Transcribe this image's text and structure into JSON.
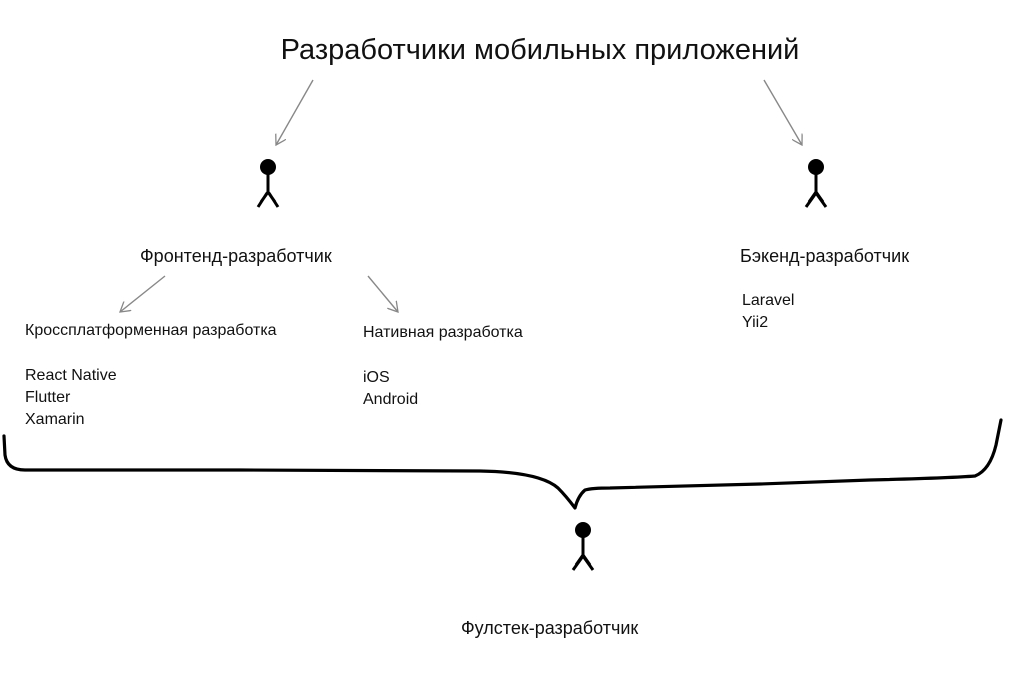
{
  "title": "Разработчики мобильных приложений",
  "frontend": {
    "label": "Фронтенд-разработчик",
    "crossplatform": {
      "label": "Кроссплатформенная разработка",
      "items": [
        "React Native",
        "Flutter",
        "Xamarin"
      ]
    },
    "native": {
      "label": "Нативная разработка",
      "items": [
        "iOS",
        "Android"
      ]
    }
  },
  "backend": {
    "label": "Бэкенд-разработчик",
    "items": [
      "Laravel",
      "Yii2"
    ]
  },
  "fullstack": {
    "label": "Фулстек-разработчик"
  }
}
